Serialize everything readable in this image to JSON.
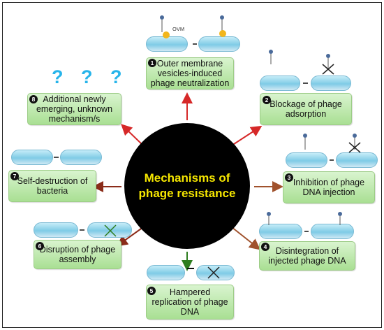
{
  "center": {
    "line1": "Mechanisms of",
    "line2": "phage resistance"
  },
  "mechanisms": [
    {
      "number": "1",
      "text": "Outer membrane vesicles-induced phage neutralization",
      "arrow_color": "#d62828"
    },
    {
      "number": "2",
      "text": "Blockage of phage adsorption",
      "arrow_color": "#d62828"
    },
    {
      "number": "3",
      "text": "Inhibition of phage DNA injection",
      "arrow_color": "#a0522d"
    },
    {
      "number": "4",
      "text": "Disintegration of injected phage DNA",
      "arrow_color": "#a0522d"
    },
    {
      "number": "5",
      "text": "Hampered replication of phage DNA",
      "arrow_color": "#2e7d1f"
    },
    {
      "number": "6",
      "text": "Disruption of phage assembly",
      "arrow_color": "#8b2c1a"
    },
    {
      "number": "7",
      "text": "Self-destruction of bacteria",
      "arrow_color": "#8b2c1a"
    },
    {
      "number": "8",
      "text": "Additional newly emerging, unknown mechanism/s",
      "arrow_color": "#d62828"
    }
  ],
  "labels": {
    "ovm": "OVM",
    "unknown_marks": "? ? ?"
  },
  "colors": {
    "center_fill": "#000000",
    "center_text": "#f5e600",
    "box_fill": "#b9e6a6",
    "cell_fill": "#7fcbe6",
    "question_marks": "#27b4ea"
  }
}
